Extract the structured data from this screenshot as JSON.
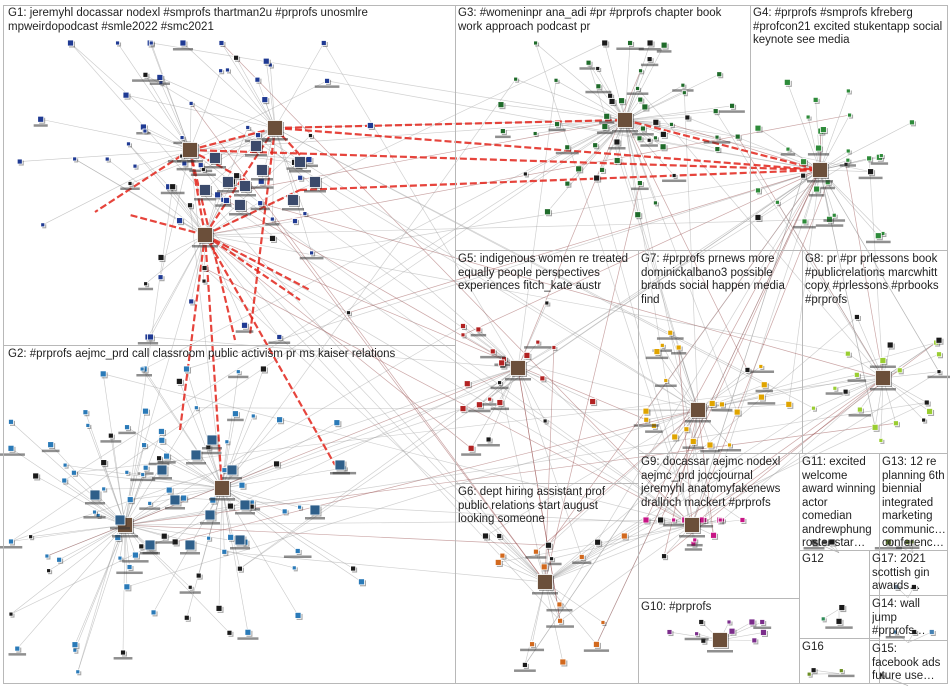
{
  "groups": [
    {
      "id": "G1",
      "text": "G1: jeremyhl docassar nodexl #smprofs thartman2u #prprofs unosmlre mpweirdopodcast #smle2022 #smc2021"
    },
    {
      "id": "G2",
      "text": "G2: #prprofs aejmc_prd call classroom public activism pr ms kaiser relations"
    },
    {
      "id": "G3",
      "text": "G3: #womeninpr ana_adi #pr #prprofs chapter book work approach podcast pr"
    },
    {
      "id": "G4",
      "text": "G4: #prprofs #smprofs kfreberg #profcon21 excited stukentapp social keynote see media"
    },
    {
      "id": "G5",
      "text": "G5: indigenous women re treated equally people perspectives experiences fitch_kate austr"
    },
    {
      "id": "G6",
      "text": "G6: dept hiring assistant prof public relations start august looking someone"
    },
    {
      "id": "G7",
      "text": "G7: #prprofs prnews more dominickalbano3 possible brands social happen media find"
    },
    {
      "id": "G8",
      "text": "G8: pr #pr prlessons book #publicrelations marcwhitt copy #prlessons #prbooks #prprofs"
    },
    {
      "id": "G9",
      "text": "G9: docassar aejmc nodexl aejmc_prd joccjournal jeremyhl anatomyfakenews drallrich mackert #prprofs"
    },
    {
      "id": "G10",
      "text": "G10: #prprofs"
    },
    {
      "id": "G11",
      "text": "G11: excited welcome award winning actor comedian andrewphung roster star…"
    },
    {
      "id": "G12",
      "text": "G12"
    },
    {
      "id": "G13",
      "text": "G13: 12 re planning 6th biennial integrated marketing communic… conferenc…"
    },
    {
      "id": "G14",
      "text": "G14: wall jump #prprofs…"
    },
    {
      "id": "G15",
      "text": "G15: facebook ads future use…"
    },
    {
      "id": "G16",
      "text": "G16"
    },
    {
      "id": "G17",
      "text": "G17: 2021 scottish gin awards…"
    }
  ],
  "colors": {
    "frame": "#b8b8b8",
    "edge": "#9a9a9a",
    "strong_edge": "#e2231a",
    "edge_brown": "#8b3a3a",
    "G1": "#1f3a93",
    "G2": "#2a7ab8",
    "G3": "#1f6b2a",
    "G4": "#2e8b3a",
    "G5": "#b22222",
    "G6": "#d2691e",
    "G7": "#e0a400",
    "G8": "#9acd32",
    "G9": "#c71585",
    "G10": "#7b2d8b"
  }
}
